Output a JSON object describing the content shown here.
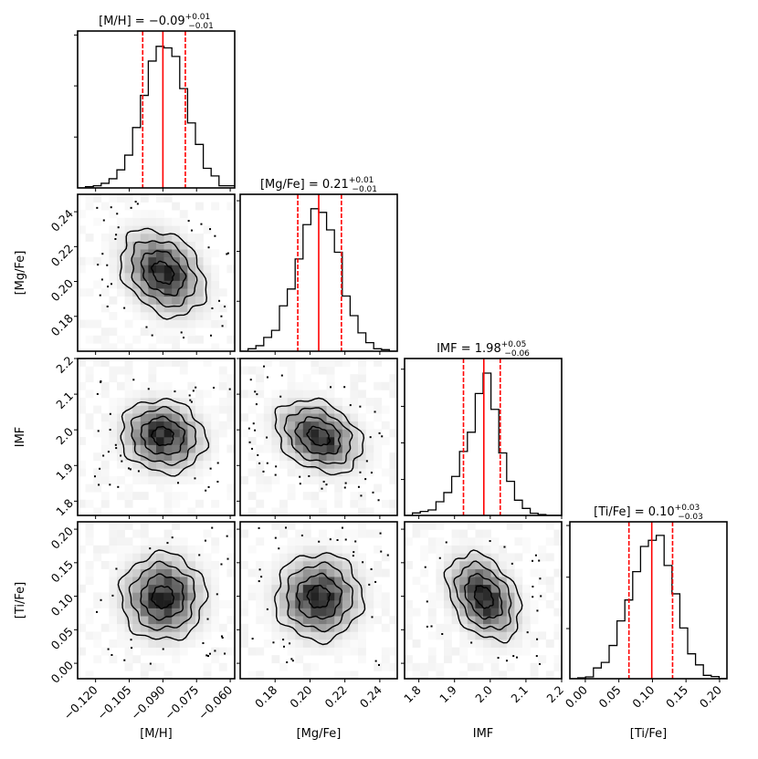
{
  "chart_data": {
    "type": "corner",
    "grid": false,
    "variables": [
      {
        "name": "[M/H]",
        "label": "[M/H]",
        "lim": [
          -0.128,
          -0.058
        ],
        "ticks": [
          -0.12,
          -0.105,
          -0.09,
          -0.075,
          -0.06
        ],
        "tick_labels": [
          "−0.120",
          "−0.105",
          "−0.090",
          "−0.075",
          "−0.060"
        ],
        "median": -0.09,
        "q16": -0.099,
        "q84": -0.08,
        "title": "[M/H] = −0.09",
        "title_sup": "+0.01",
        "title_sub": "−0.01",
        "hist": [
          0,
          4,
          7,
          15,
          30,
          59,
          107,
          197,
          302,
          414,
          462,
          457,
          429,
          324,
          212,
          142,
          64,
          39,
          7,
          7
        ],
        "hist_ylim": [
          0,
          512
        ],
        "hist_yticks": [
          166,
          333,
          499
        ]
      },
      {
        "name": "[Mg/Fe]",
        "label": "[Mg/Fe]",
        "lim": [
          0.16,
          0.25
        ],
        "ticks": [
          0.18,
          0.2,
          0.22,
          0.24
        ],
        "tick_labels": [
          "0.18",
          "0.20",
          "0.22",
          "0.24"
        ],
        "median": 0.205,
        "q16": 0.193,
        "q84": 0.218,
        "title": "[Mg/Fe] = 0.21",
        "title_sup": "+0.01",
        "title_sub": "−0.01",
        "hist": [
          0,
          8,
          18,
          45,
          68,
          148,
          203,
          301,
          413,
          465,
          453,
          396,
          323,
          180,
          116,
          60,
          28,
          8,
          5,
          0
        ],
        "hist_ylim": [
          0,
          512
        ],
        "hist_yticks": [
          163,
          326,
          491
        ]
      },
      {
        "name": "IMF",
        "label": "IMF",
        "lim": [
          1.76,
          2.2
        ],
        "ticks": [
          1.8,
          1.9,
          2.0,
          2.1,
          2.2
        ],
        "tick_labels": [
          "1.8",
          "1.9",
          "2.0",
          "2.1",
          "2.2"
        ],
        "median": 1.982,
        "q16": 1.925,
        "q84": 2.028,
        "title": "IMF = 1.98",
        "title_sup": "+0.05",
        "title_sub": "−0.06",
        "hist": [
          0,
          8,
          13,
          18,
          45,
          75,
          128,
          210,
          273,
          400,
          467,
          348,
          205,
          112,
          50,
          23,
          7,
          3,
          0,
          0
        ],
        "hist_ylim": [
          0,
          515
        ],
        "hist_yticks": [
          118,
          238,
          358,
          480
        ]
      },
      {
        "name": "[Ti/Fe]",
        "label": "[Ti/Fe]",
        "lim": [
          -0.023,
          0.211
        ],
        "ticks": [
          0.0,
          0.05,
          0.1,
          0.15,
          0.2
        ],
        "tick_labels": [
          "0.00",
          "0.05",
          "0.10",
          "0.15",
          "0.20"
        ],
        "median": 0.099,
        "q16": 0.065,
        "q84": 0.13,
        "title": "[Ti/Fe] = 0.10",
        "title_sup": "+0.03",
        "title_sub": "−0.03",
        "hist": [
          0,
          3,
          6,
          35,
          53,
          108,
          188,
          256,
          348,
          430,
          450,
          466,
          368,
          276,
          165,
          81,
          45,
          11,
          7,
          1
        ],
        "hist_ylim": [
          0,
          510
        ],
        "hist_yticks": [
          163,
          330,
          498
        ]
      }
    ],
    "pairs": [
      {
        "x": "[M/H]",
        "y": "[Mg/Fe]",
        "correlation": -0.3
      },
      {
        "x": "[M/H]",
        "y": "IMF",
        "correlation": -0.1
      },
      {
        "x": "[Mg/Fe]",
        "y": "IMF",
        "correlation": -0.3
      },
      {
        "x": "[M/H]",
        "y": "[Ti/Fe]",
        "correlation": 0.0
      },
      {
        "x": "[Mg/Fe]",
        "y": "[Ti/Fe]",
        "correlation": 0.0
      },
      {
        "x": "IMF",
        "y": "[Ti/Fe]",
        "correlation": -0.35
      }
    ],
    "contour_levels_sigma": [
      0.5,
      1.0,
      1.5,
      2.0
    ],
    "colors": {
      "median_line": "#ff0000",
      "quantile_line": "#ff0000",
      "hist": "#000000",
      "contour": "#000000",
      "density_cmap": "gray"
    }
  }
}
